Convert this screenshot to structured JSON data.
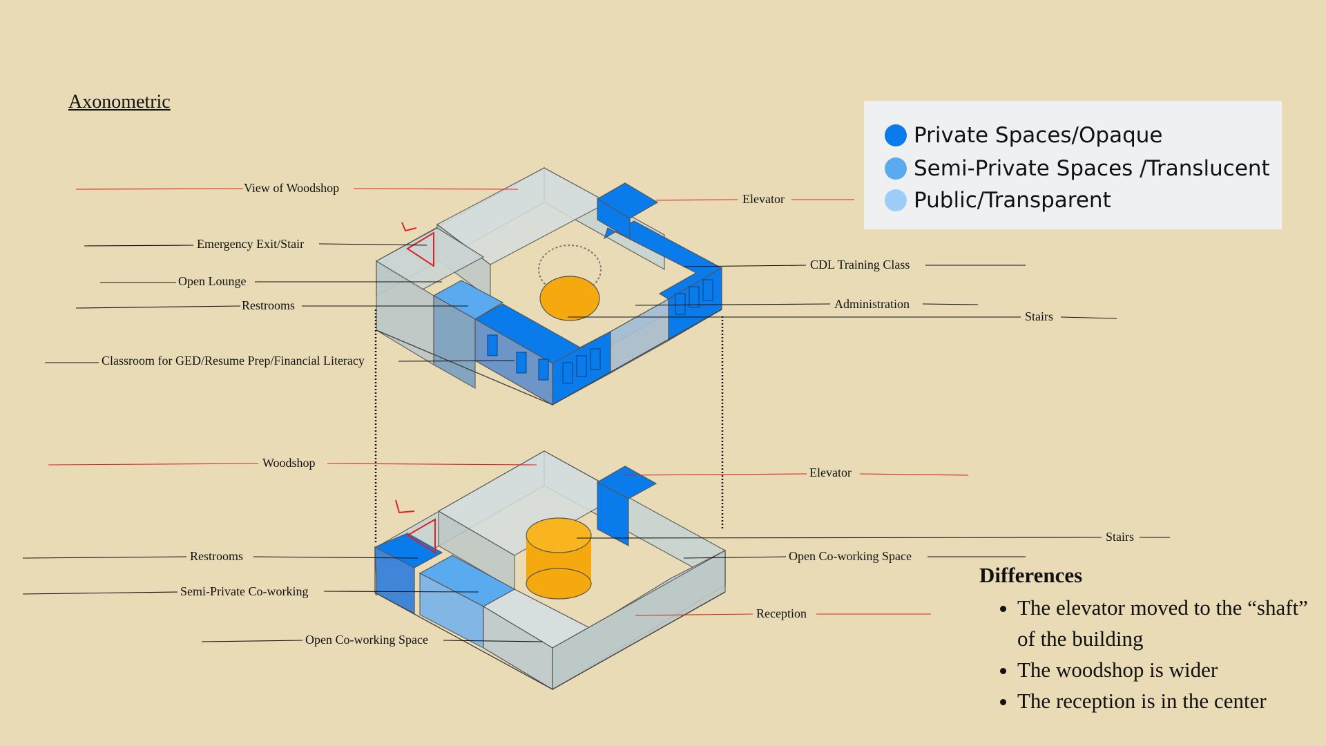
{
  "title": "Axonometric",
  "colors": {
    "private": "#0a7bea",
    "semi_private": "#5aaaf0",
    "public": "#9dccf7",
    "elevator_cylinder": "#f5a90f",
    "red_leader": "#dd2222",
    "black_leader": "#111111"
  },
  "legend": [
    {
      "label": "Private Spaces/Opaque",
      "color": "#0a7bea"
    },
    {
      "label": "Semi-Private Spaces /Translucent",
      "color": "#5aaaf0"
    },
    {
      "label": "Public/Transparent",
      "color": "#9dccf7"
    }
  ],
  "upper_floor_labels": [
    "View of Woodshop",
    "Emergency Exit/Stair",
    "Open Lounge",
    "Restrooms",
    "Classroom for GED/Resume Prep/Financial Literacy",
    "Elevator",
    "CDL Training Class",
    "Administration",
    "Stairs"
  ],
  "lower_floor_labels": [
    "Woodshop",
    "Restrooms",
    "Semi-Private Co-working",
    "Open Co-working Space",
    "Elevator",
    "Stairs",
    "Open Co-working Space",
    "Reception"
  ],
  "differences": {
    "heading": "Differences",
    "items": [
      "The elevator moved to the “shaft” of the building",
      "The woodshop is wider",
      "The reception is in the center"
    ]
  }
}
